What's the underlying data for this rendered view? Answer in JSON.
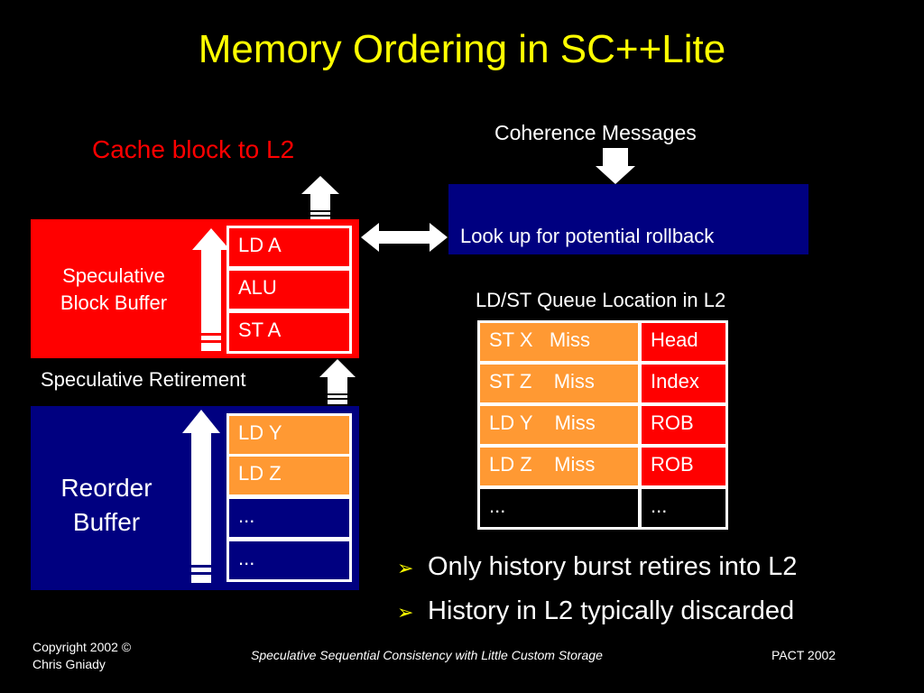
{
  "title": "Memory Ordering in SC++Lite",
  "labels": {
    "cache_block": "Cache block to L2",
    "coherence": "Coherence Messages",
    "lookup": "Look up for potential rollback",
    "sbb_line1": "Speculative",
    "sbb_line2": "Block Buffer",
    "spec_retirement": "Speculative Retirement",
    "rob_line1": "Reorder",
    "rob_line2": "Buffer",
    "queue_title": "LD/ST Queue Location in L2"
  },
  "sbb_entries": [
    "LD A",
    "ALU",
    "ST A"
  ],
  "rob_entries": [
    "LD Y",
    "LD Z",
    "...",
    "..."
  ],
  "queue_rows": [
    {
      "op": "ST X   Miss",
      "loc": "Head"
    },
    {
      "op": "ST Z    Miss",
      "loc": "Index"
    },
    {
      "op": "LD Y    Miss",
      "loc": "ROB"
    },
    {
      "op": "LD Z    Miss",
      "loc": "ROB"
    },
    {
      "op": "...",
      "loc": "..."
    }
  ],
  "bullets": [
    "Only history burst retires into L2",
    "History in L2 typically discarded"
  ],
  "footer": {
    "copyright_line1": "Copyright 2002 ©",
    "copyright_line2": "Chris Gniady",
    "center": "Speculative Sequential Consistency with Little Custom Storage",
    "right": "PACT 2002"
  },
  "colors": {
    "title": "#ffff00",
    "red": "#ff0000",
    "navy": "#000080",
    "orange": "#ff9933"
  }
}
